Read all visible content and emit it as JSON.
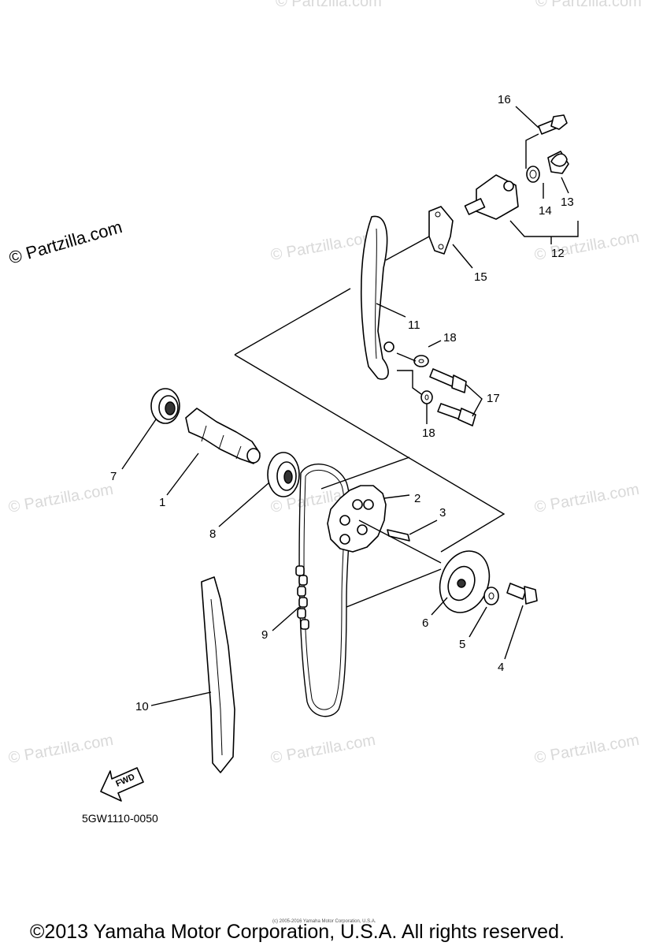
{
  "brand_watermark": "© Partzilla.com",
  "repeated_watermark": "© Partzilla.com",
  "diagram_code": "5GW1110-0050",
  "direction_label": "FWD",
  "small_notice": "(c) 2005-2016 Yamaha Motor Corporation, U.S.A.",
  "copyright": "©2013 Yamaha Motor Corporation, U.S.A. All rights reserved.",
  "callouts": [
    "1",
    "2",
    "3",
    "4",
    "5",
    "6",
    "7",
    "8",
    "9",
    "10",
    "11",
    "12",
    "13",
    "14",
    "15",
    "16",
    "17",
    "18",
    "18"
  ]
}
